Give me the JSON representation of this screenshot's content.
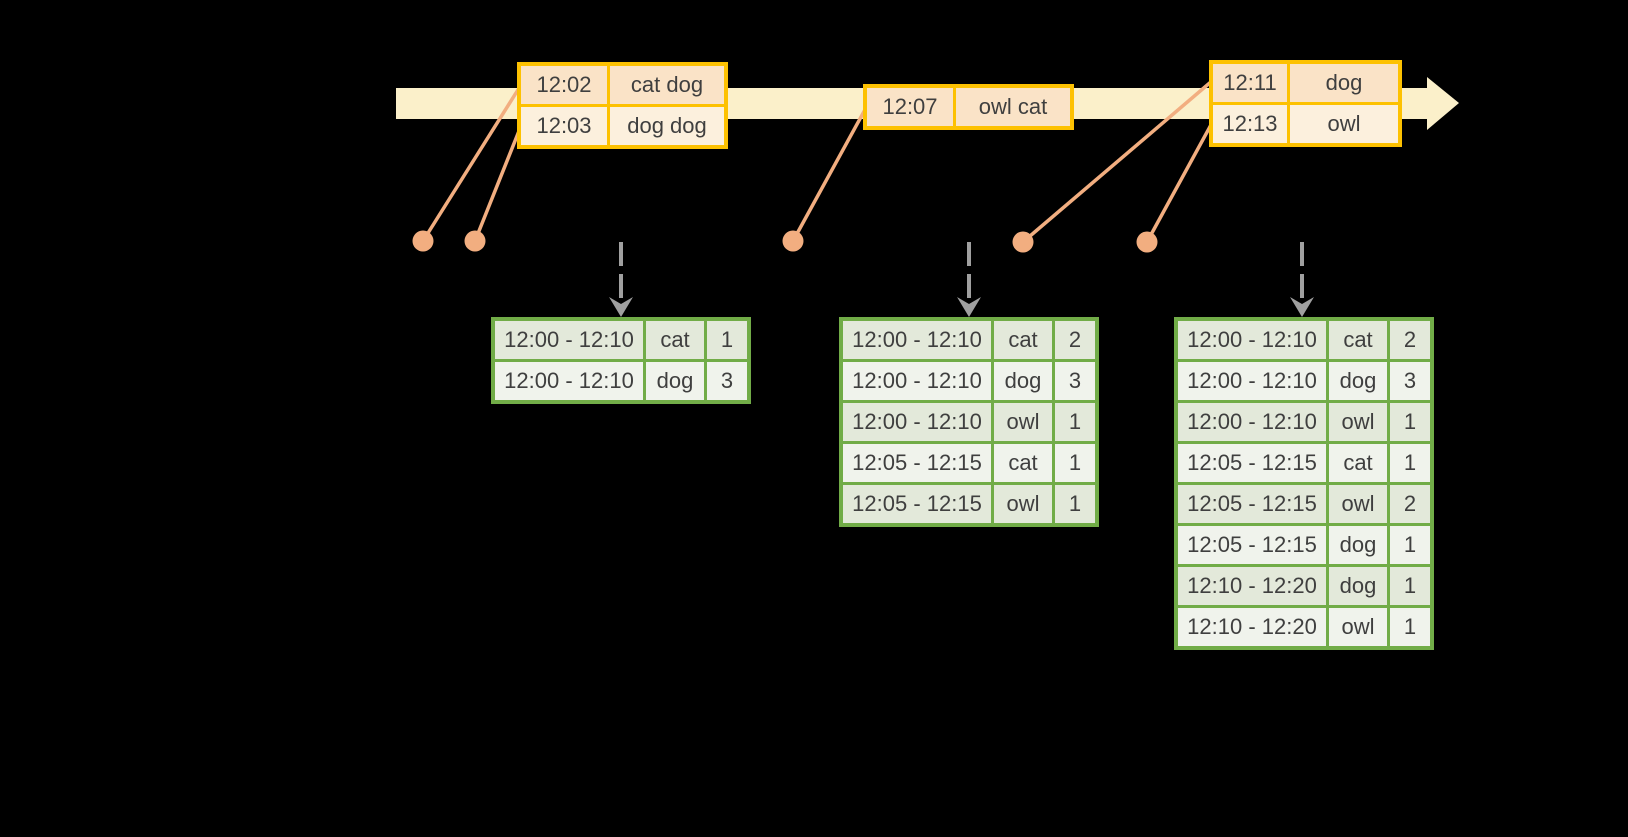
{
  "canvas": {
    "background": "#000000"
  },
  "colors": {
    "timeline_fill": "#fbf0ca",
    "event_table_border": "#fdc101",
    "event_row_dark": "#fae3c7",
    "event_row_light": "#fcf0dd",
    "connector_and_dots": "#f2ae80",
    "result_table_border": "#71ac47",
    "result_row_dark": "#e3e9da",
    "result_row_light": "#f0f3ec",
    "trigger_arrow_gray": "#a0a0a0",
    "table_text": "#3f3f3f"
  },
  "icons": {
    "timeline": "timeline-arrow-icon",
    "event_marker": "event-dot-icon",
    "trigger": "dashed-down-arrow-icon"
  },
  "event_tables": [
    {
      "rows": [
        {
          "time": "12:02",
          "words": "cat dog"
        },
        {
          "time": "12:03",
          "words": "dog dog"
        }
      ]
    },
    {
      "rows": [
        {
          "time": "12:07",
          "words": "owl cat"
        }
      ]
    },
    {
      "rows": [
        {
          "time": "12:11",
          "words": "dog"
        },
        {
          "time": "12:13",
          "words": "owl"
        }
      ]
    }
  ],
  "result_tables": [
    {
      "rows": [
        {
          "window": "12:00 - 12:10",
          "word": "cat",
          "count": "1"
        },
        {
          "window": "12:00 - 12:10",
          "word": "dog",
          "count": "3"
        }
      ]
    },
    {
      "rows": [
        {
          "window": "12:00 - 12:10",
          "word": "cat",
          "count": "2"
        },
        {
          "window": "12:00 - 12:10",
          "word": "dog",
          "count": "3"
        },
        {
          "window": "12:00 - 12:10",
          "word": "owl",
          "count": "1"
        },
        {
          "window": "12:05 - 12:15",
          "word": "cat",
          "count": "1"
        },
        {
          "window": "12:05 - 12:15",
          "word": "owl",
          "count": "1"
        }
      ]
    },
    {
      "rows": [
        {
          "window": "12:00 - 12:10",
          "word": "cat",
          "count": "2"
        },
        {
          "window": "12:00 - 12:10",
          "word": "dog",
          "count": "3"
        },
        {
          "window": "12:00 - 12:10",
          "word": "owl",
          "count": "1"
        },
        {
          "window": "12:05 - 12:15",
          "word": "cat",
          "count": "1"
        },
        {
          "window": "12:05 - 12:15",
          "word": "owl",
          "count": "2"
        },
        {
          "window": "12:05 - 12:15",
          "word": "dog",
          "count": "1"
        },
        {
          "window": "12:10 - 12:20",
          "word": "dog",
          "count": "1"
        },
        {
          "window": "12:10 - 12:20",
          "word": "owl",
          "count": "1"
        }
      ]
    }
  ]
}
